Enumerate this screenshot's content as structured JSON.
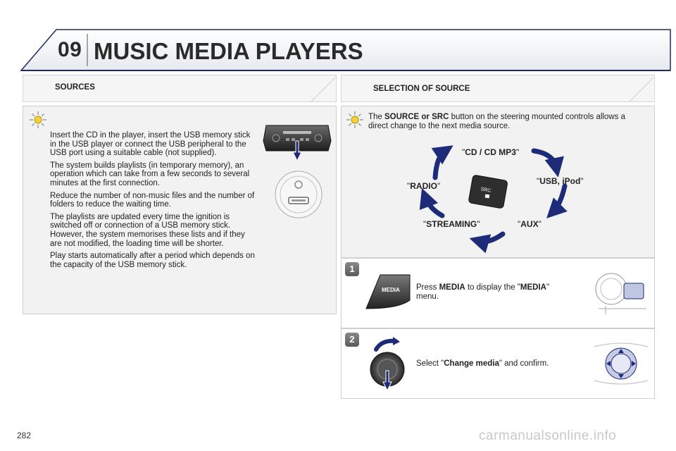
{
  "header": {
    "chapter_number": "09",
    "chapter_title": "MUSIC MEDIA PLAYERS"
  },
  "sources": {
    "title": "SOURCES",
    "paragraphs": [
      "Insert the CD in the player, insert the USB memory stick in the USB player or connect the USB peripheral to the USB port using a suitable cable (not supplied).",
      "The system builds playlists (in temporary memory), an operation which can take from a few seconds to several minutes at the first connection.",
      "Reduce the number of non-music files and the number of folders to reduce the waiting time.",
      "The playlists are updated every time the ignition is switched off or connection of a USB memory stick. However, the system memorises these lists and if they are not modified, the loading time will be shorter.",
      "Play starts automatically after a period which depends on the capacity of the USB memory stick."
    ]
  },
  "selection": {
    "title": "SELECTION OF SOURCE",
    "intro_prefix": "The ",
    "intro_bold": "SOURCE or SRC",
    "intro_suffix": " button on the steering mounted controls allows a direct change to the next media source.",
    "cycle": {
      "cd": "CD / CD MP3",
      "usb": "USB, iPod",
      "aux": "AUX",
      "streaming": "STREAMING",
      "radio": "RADIO"
    },
    "src_button_label": "SRC"
  },
  "steps": [
    {
      "number": "1",
      "prefix": "Press ",
      "bold": "MEDIA",
      "middle": " to display the \"",
      "bold2": "MEDIA",
      "suffix": "\" menu.",
      "button_label": "MEDIA"
    },
    {
      "number": "2",
      "prefix": "Select \"",
      "bold": "Change media",
      "suffix": "\" and confirm."
    }
  ],
  "page_number": "282",
  "watermark": "carmanualsonline.info"
}
